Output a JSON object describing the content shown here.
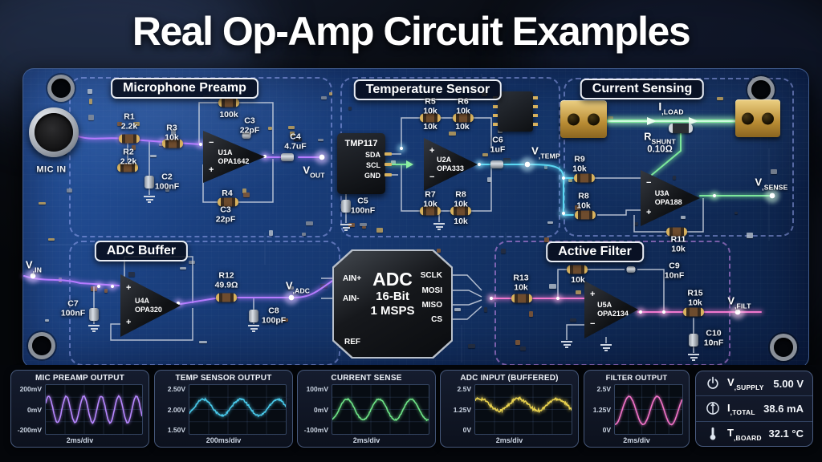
{
  "title": "Real Op-Amp Circuit Examples",
  "sections": {
    "mic": "Microphone Preamp",
    "temp": "Temperature Sensor",
    "current": "Current Sensing",
    "adc": "ADC Buffer",
    "filter": "Active Filter"
  },
  "mic": {
    "mic_in": "MIC IN",
    "r1": {
      "name": "R1",
      "value": "2.2k"
    },
    "r2": {
      "name": "R2",
      "value": "2.2k"
    },
    "r3": {
      "name": "R3",
      "value": "10k"
    },
    "rf_value": "100k",
    "c3": {
      "name": "C3",
      "value": "22pF"
    },
    "c2": {
      "name": "C2",
      "value": "100nF"
    },
    "c4": {
      "name": "C4",
      "value": "4.7uF"
    },
    "r4_name": "R4",
    "c3b": {
      "name": "C3",
      "value": "22pF"
    },
    "u1": {
      "ref": "U1A",
      "part": "OPA1642",
      "in_top": "−",
      "in_bot": "+"
    },
    "vout": {
      "main": "V",
      "sub": "OUT"
    }
  },
  "temp": {
    "sensor": "TMP117",
    "pins": [
      "SDA",
      "SCL",
      "GND"
    ],
    "c5": {
      "name": "C5",
      "value": "100nF"
    },
    "r5": {
      "name": "R5",
      "value": "10k"
    },
    "r5_extra": "10k",
    "r6": {
      "name": "R6",
      "value": "10k"
    },
    "r6_extra": "10k",
    "r7": {
      "name": "R7",
      "value": "10k"
    },
    "r8": {
      "name": "R8",
      "value": "10k"
    },
    "r8_extra": "10k",
    "u2": {
      "ref": "U2A",
      "part": "OPA333",
      "in_top": "+",
      "in_bot": "−"
    },
    "c6": {
      "name": "C6",
      "value": "1uF"
    },
    "vtemp": {
      "main": "V",
      "sub": ",TEMP"
    }
  },
  "current": {
    "iload": {
      "main": "I",
      "sub": ",LOAD"
    },
    "rshunt": {
      "main": "R",
      "sub": "SHUNT",
      "value": "0.10Ω"
    },
    "r9": {
      "name": "R9",
      "value": "10k"
    },
    "r8": {
      "name": "R8",
      "value": "10k"
    },
    "u3": {
      "ref": "U3A",
      "part": "OPA188",
      "in_top": "−",
      "in_bot": "+"
    },
    "r11": {
      "name": "R11",
      "value": "10k"
    },
    "vsense": {
      "main": "V",
      "sub": ",SENSE"
    }
  },
  "adc_buffer": {
    "vin": {
      "main": "V",
      "sub": ",IN"
    },
    "c7": {
      "name": "C7",
      "value": "100nF"
    },
    "u4": {
      "ref": "U4A",
      "part": "OPA320",
      "in_top": "+",
      "in_bot": "+"
    },
    "r12": {
      "name": "R12",
      "value": "49.9Ω"
    },
    "c8": {
      "name": "C8",
      "value": "100pF"
    },
    "vadc": {
      "main": "V",
      "sub": ",ADC"
    }
  },
  "adc_chip": {
    "title": "ADC",
    "line2": "16-Bit",
    "line3": "1 MSPS",
    "left_pins": [
      "AIN+",
      "AIN-"
    ],
    "ref_pin": "REF",
    "right_pins": [
      "SCLK",
      "MOSI",
      "MISO",
      "CS"
    ]
  },
  "filter": {
    "r13": {
      "name": "R13",
      "value": "10k"
    },
    "rtop_value": "10k",
    "c9": {
      "name": "C9",
      "value": "10nF"
    },
    "u5": {
      "ref": "U5A",
      "part": "OPA2134",
      "in_top": "+",
      "in_bot": "−"
    },
    "r15": {
      "name": "R15",
      "value": "10k"
    },
    "c10": {
      "name": "C10",
      "value": "10nF"
    },
    "vfilt": {
      "main": "V",
      "sub": ",FILT"
    }
  },
  "chart_data": [
    {
      "id": "mic-preamp",
      "type": "line",
      "title": "MIC PREAMP OUTPUT",
      "y_ticks": [
        "200mV",
        "0mV",
        "-200mV"
      ],
      "y_range": [
        -260,
        260
      ],
      "x_label": "2ms/div",
      "color": "#b887ff",
      "grid": true,
      "wave": {
        "shape": "sine",
        "cycles": 5.5,
        "amplitude": 140,
        "offset": 0,
        "noise": 12,
        "phase": 0.5
      }
    },
    {
      "id": "temp-sensor",
      "type": "line",
      "title": "TEMP SENSOR OUTPUT",
      "y_ticks": [
        "2.50V",
        "2.00V",
        "1.50V"
      ],
      "y_range": [
        1.4,
        2.6
      ],
      "x_label": "200ms/div",
      "color": "#49c9ea",
      "grid": true,
      "wave": {
        "shape": "sine",
        "cycles": 2.6,
        "amplitude": 0.2,
        "offset": 2.05,
        "noise": 0.05,
        "phase": -0.8
      }
    },
    {
      "id": "current-sense",
      "type": "line",
      "title": "CURRENT SENSE",
      "y_ticks": [
        "100mV",
        "0mV",
        "-100mV"
      ],
      "y_range": [
        -130,
        130
      ],
      "x_label": "2ms/div",
      "color": "#6ee487",
      "grid": true,
      "wave": {
        "shape": "sine",
        "cycles": 3.0,
        "amplitude": 55,
        "offset": 0,
        "noise": 7,
        "phase": -1.3
      }
    },
    {
      "id": "adc-input",
      "type": "line",
      "title": "ADC INPUT (BUFFERED)",
      "y_ticks": [
        "2.5V",
        "1.25V",
        "0V"
      ],
      "y_range": [
        0,
        2.5
      ],
      "x_label": "2ms/div",
      "color": "#e7d04e",
      "grid": true,
      "wave": {
        "shape": "sine",
        "cycles": 2.5,
        "amplitude": 0.3,
        "offset": 1.5,
        "noise": 0.16,
        "phase": 0.8
      }
    },
    {
      "id": "filter-output",
      "type": "line",
      "title": "FILTER OUTPUT",
      "y_ticks": [
        "2.5V",
        "1.25V",
        "0V"
      ],
      "y_range": [
        0,
        2.5
      ],
      "x_label": "2ms/div",
      "color": "#f273c8",
      "grid": true,
      "wave": {
        "shape": "sine",
        "cycles": 2.4,
        "amplitude": 0.72,
        "offset": 1.2,
        "noise": 0.03,
        "phase": -1.6
      }
    }
  ],
  "status": {
    "rows": [
      {
        "icon": "power-icon",
        "label_main": "V",
        "label_sub": ",SUPPLY",
        "value": "5.00 V"
      },
      {
        "icon": "current-icon",
        "label_main": "I",
        "label_sub": ",TOTAL",
        "value": "38.6 mA"
      },
      {
        "icon": "thermometer-icon",
        "label_main": "T",
        "label_sub": ",BOARD",
        "value": "32.1 °C"
      }
    ]
  }
}
